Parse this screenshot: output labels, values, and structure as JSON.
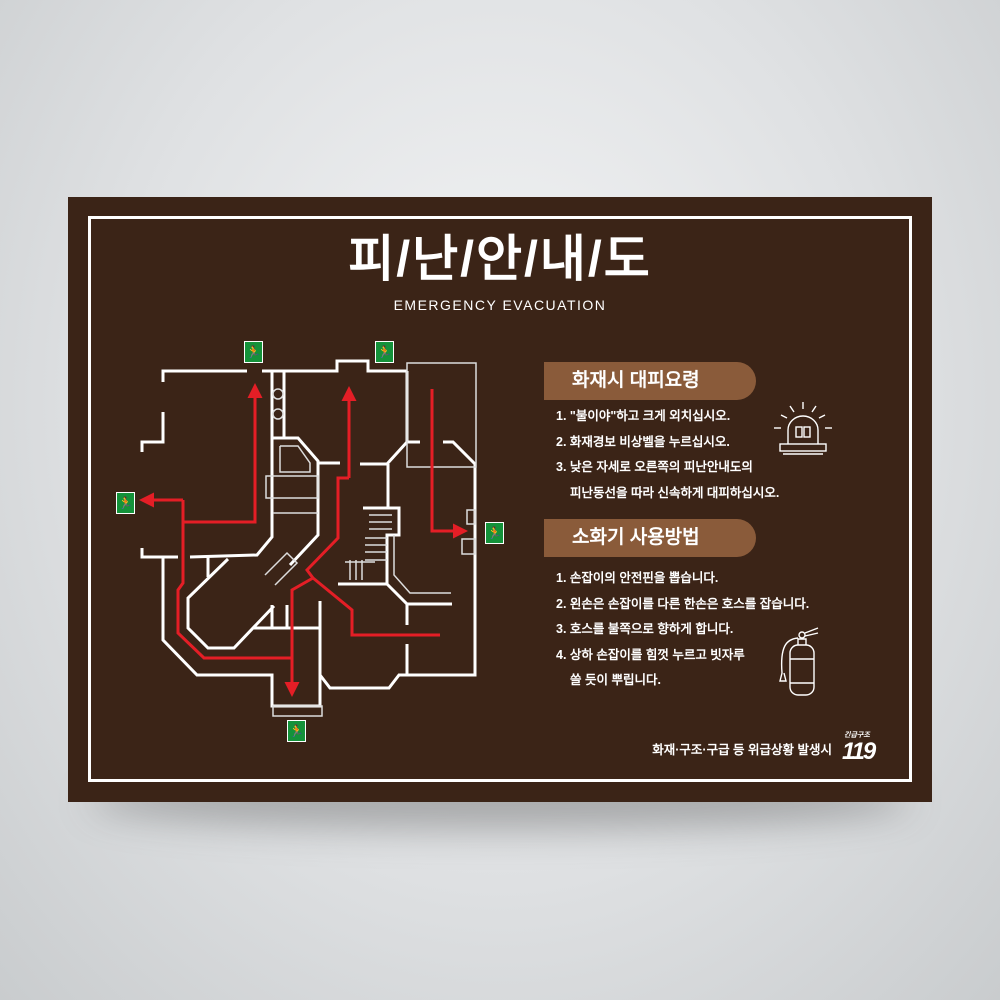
{
  "title": "피/난/안/내/도",
  "subtitle": "EMERGENCY EVACUATION",
  "fire_section": {
    "heading": "화재시 대피요령",
    "icon": "siren-icon",
    "items": [
      "1. \"불이야\"하고 크게 외치십시오.",
      "2. 화재경보 비상벨을 누르십시오.",
      "3. 낮은 자세로 오른쪽의 피난안내도의",
      "피난동선을 따라 신속하게 대피하십시오."
    ]
  },
  "extinguisher_section": {
    "heading": "소화기 사용방법",
    "icon": "fire-extinguisher-icon",
    "items": [
      "1. 손잡이의 안전핀을 뽑습니다.",
      "2. 왼손은 손잡이를 다른 한손은 호스를 잡습니다.",
      "3. 호스를 불쪽으로 향하게 합니다.",
      "4. 상하 손잡이를 힘껏 누르고 빗자루",
      "쓸 듯이 뿌립니다."
    ]
  },
  "footer": "화재·구조·구급 등 위급상황 발생시",
  "logo": {
    "small": "긴급구조",
    "big": "119"
  },
  "floor_plan": {
    "exit_icon": "emergency-exit-icon",
    "exit_count": 5
  },
  "colors": {
    "board": "#3b2417",
    "pill": "#8a5b3a",
    "route": "#e41e26",
    "exit": "#14923a"
  }
}
